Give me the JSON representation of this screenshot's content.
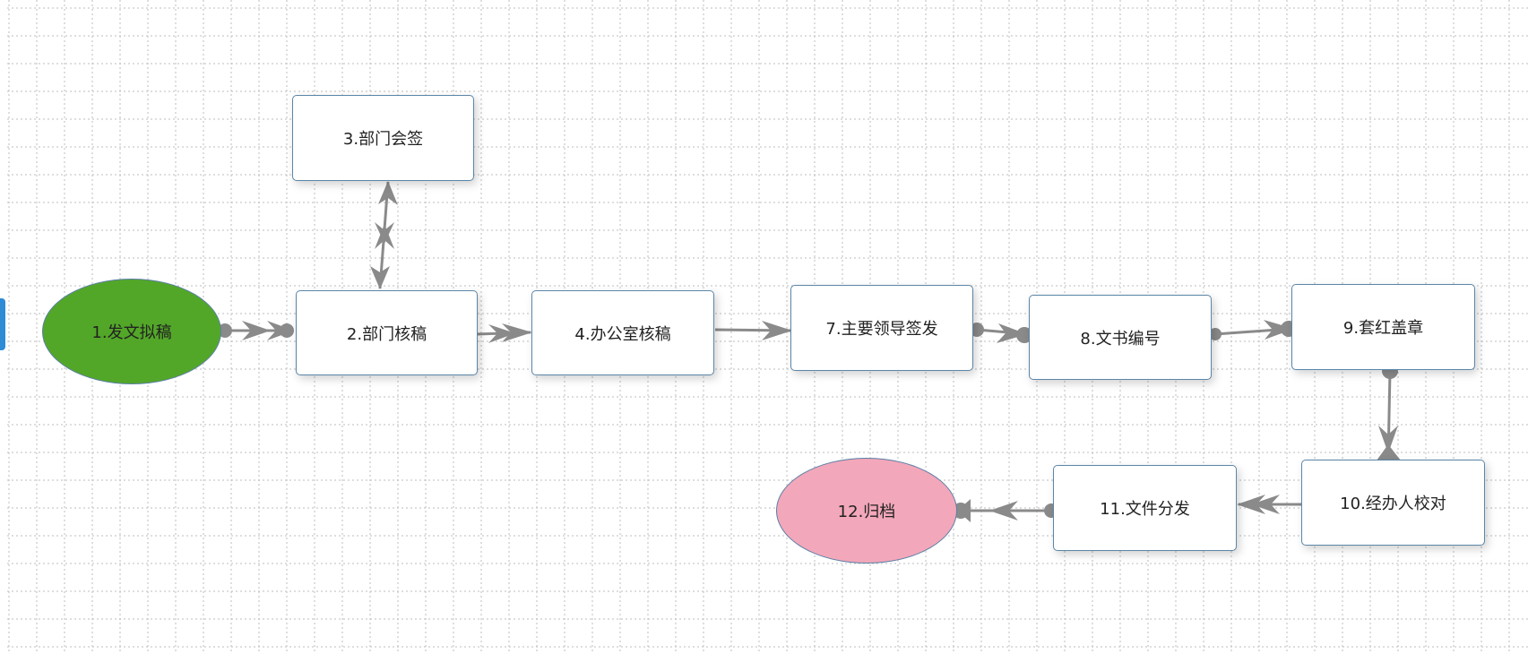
{
  "colors": {
    "start_fill": "#53a728",
    "end_fill": "#f2a7ba",
    "node_border": "#5b86a8",
    "edge": "#8a8a8a"
  },
  "nodes": {
    "n1": "1.发文拟稿",
    "n2": "2.部门核稿",
    "n3": "3.部门会签",
    "n4": "4.办公室核稿",
    "n7": "7.主要领导签发",
    "n8": "8.文书编号",
    "n9": "9.套红盖章",
    "n10": "10.经办人校对",
    "n11": "11.文件分发",
    "n12": "12.归档"
  }
}
